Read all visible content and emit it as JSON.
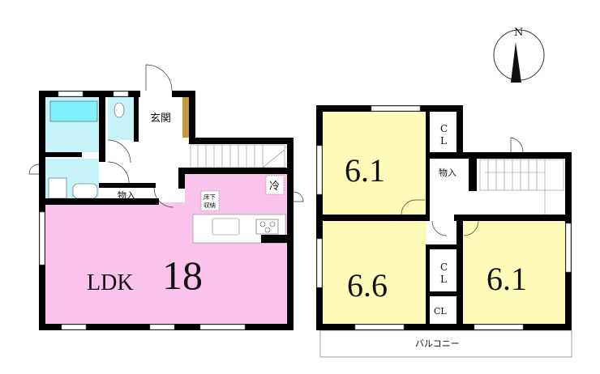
{
  "compass": {
    "north_label": "N"
  },
  "floor1": {
    "entrance": "玄関",
    "fridge": "冷",
    "underfloor_storage": [
      "床下",
      "収納"
    ],
    "storage": "物入",
    "ldk_label": "LDK",
    "ldk_size": "18"
  },
  "floor2": {
    "bedroom_nw": "6.1",
    "bedroom_sw": "6.6",
    "bedroom_se": "6.1",
    "closet_1": [
      "C",
      "L"
    ],
    "closet_2": [
      "C",
      "L"
    ],
    "closet_3": "CL",
    "storage": "物入",
    "balcony": "バルコニー"
  },
  "colors": {
    "ldk": "#f9c3ec",
    "bedroom": "#fefcb8",
    "wet": "#c6f3f8",
    "tub": "#80f0ff",
    "wall": "#000000",
    "shoebox": "#c89a3a"
  }
}
